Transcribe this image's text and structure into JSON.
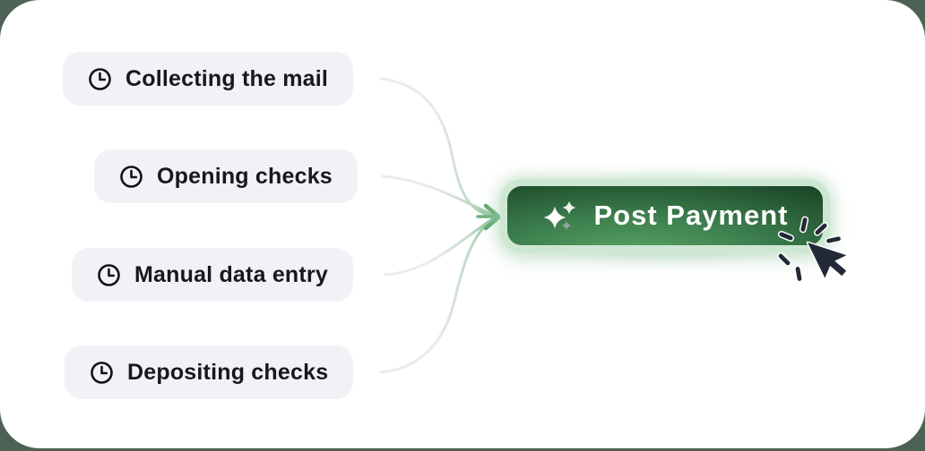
{
  "workflow": {
    "tasks": [
      {
        "label": "Collecting the mail",
        "icon": "clock-icon"
      },
      {
        "label": "Opening checks",
        "icon": "clock-icon"
      },
      {
        "label": "Manual data entry",
        "icon": "clock-icon"
      },
      {
        "label": "Depositing checks",
        "icon": "clock-icon"
      }
    ],
    "action_button": {
      "label": "Post Payment",
      "icon": "sparkles-icon",
      "cursor": "click-burst-pointer"
    }
  },
  "colors": {
    "page_background": "#4d6154",
    "card_background": "#ffffff",
    "pill_background": "#f2f2f6",
    "pill_text": "#17181a",
    "icon_stroke": "#141418",
    "connector_start": "#ececf3",
    "connector_end": "#7cbb8c",
    "arrow_green": "#5fa873",
    "glow_green": "#9ed1a8",
    "ring_green": "#cde7d2",
    "button_dark": "#143920",
    "button_mid": "#2e6c3f",
    "button_light": "#58a264",
    "button_text": "#ffffff",
    "cursor_fill": "#232936",
    "cursor_outline": "#ffffff"
  }
}
